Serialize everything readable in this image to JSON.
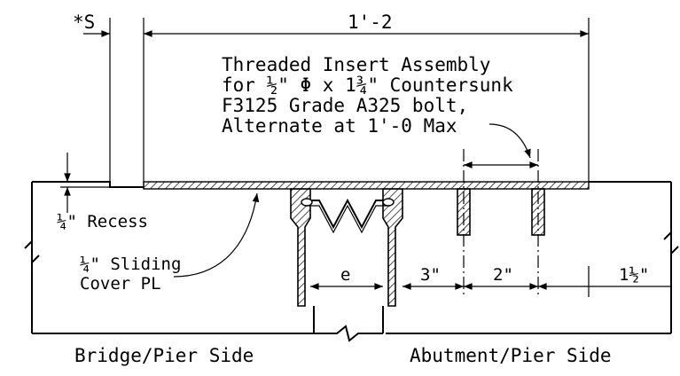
{
  "labels": {
    "s_dim": "*S",
    "top_dim": "1'-2",
    "note_line1": "Threaded Insert Assembly",
    "note_line2": "for ½\" Φ x 1¾\" Countersunk",
    "note_line3": "F3125 Grade A325 bolt,",
    "note_line4": "Alternate at 1'-0 Max",
    "recess": "¼\" Recess",
    "plate_line1": "¼\" Sliding",
    "plate_line2": "Cover PL",
    "dim_e": "e",
    "dim_3": "3\"",
    "dim_2": "2\"",
    "dim_1half": "1½\"",
    "bridge_side": "Bridge/Pier Side",
    "abutment_side": "Abutment/Pier Side"
  }
}
